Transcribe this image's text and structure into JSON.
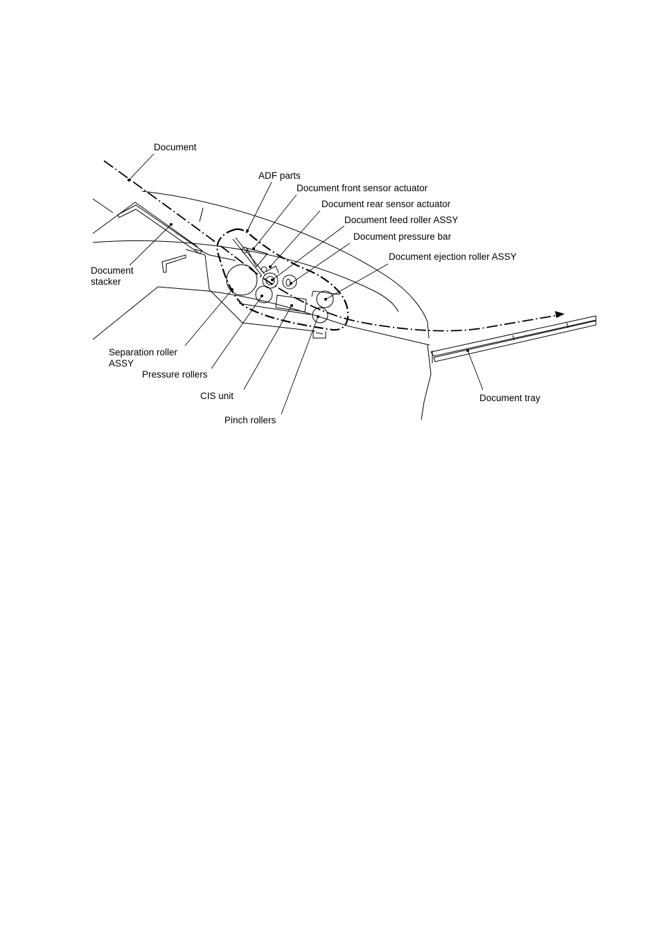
{
  "labels": {
    "document": "Document",
    "adf_parts": "ADF parts",
    "front_sensor": "Document front sensor actuator",
    "rear_sensor": "Document rear sensor actuator",
    "feed_roller": "Document feed roller ASSY",
    "pressure_bar": "Document pressure bar",
    "ejection_roller": "Document ejection roller ASSY",
    "stacker_line1": "Document",
    "stacker_line2": "stacker",
    "separation_line1": "Separation roller",
    "separation_line2": "ASSY",
    "pressure_rollers": "Pressure rollers",
    "cis_unit": "CIS unit",
    "pinch_rollers": "Pinch rollers",
    "document_tray": "Document tray"
  }
}
